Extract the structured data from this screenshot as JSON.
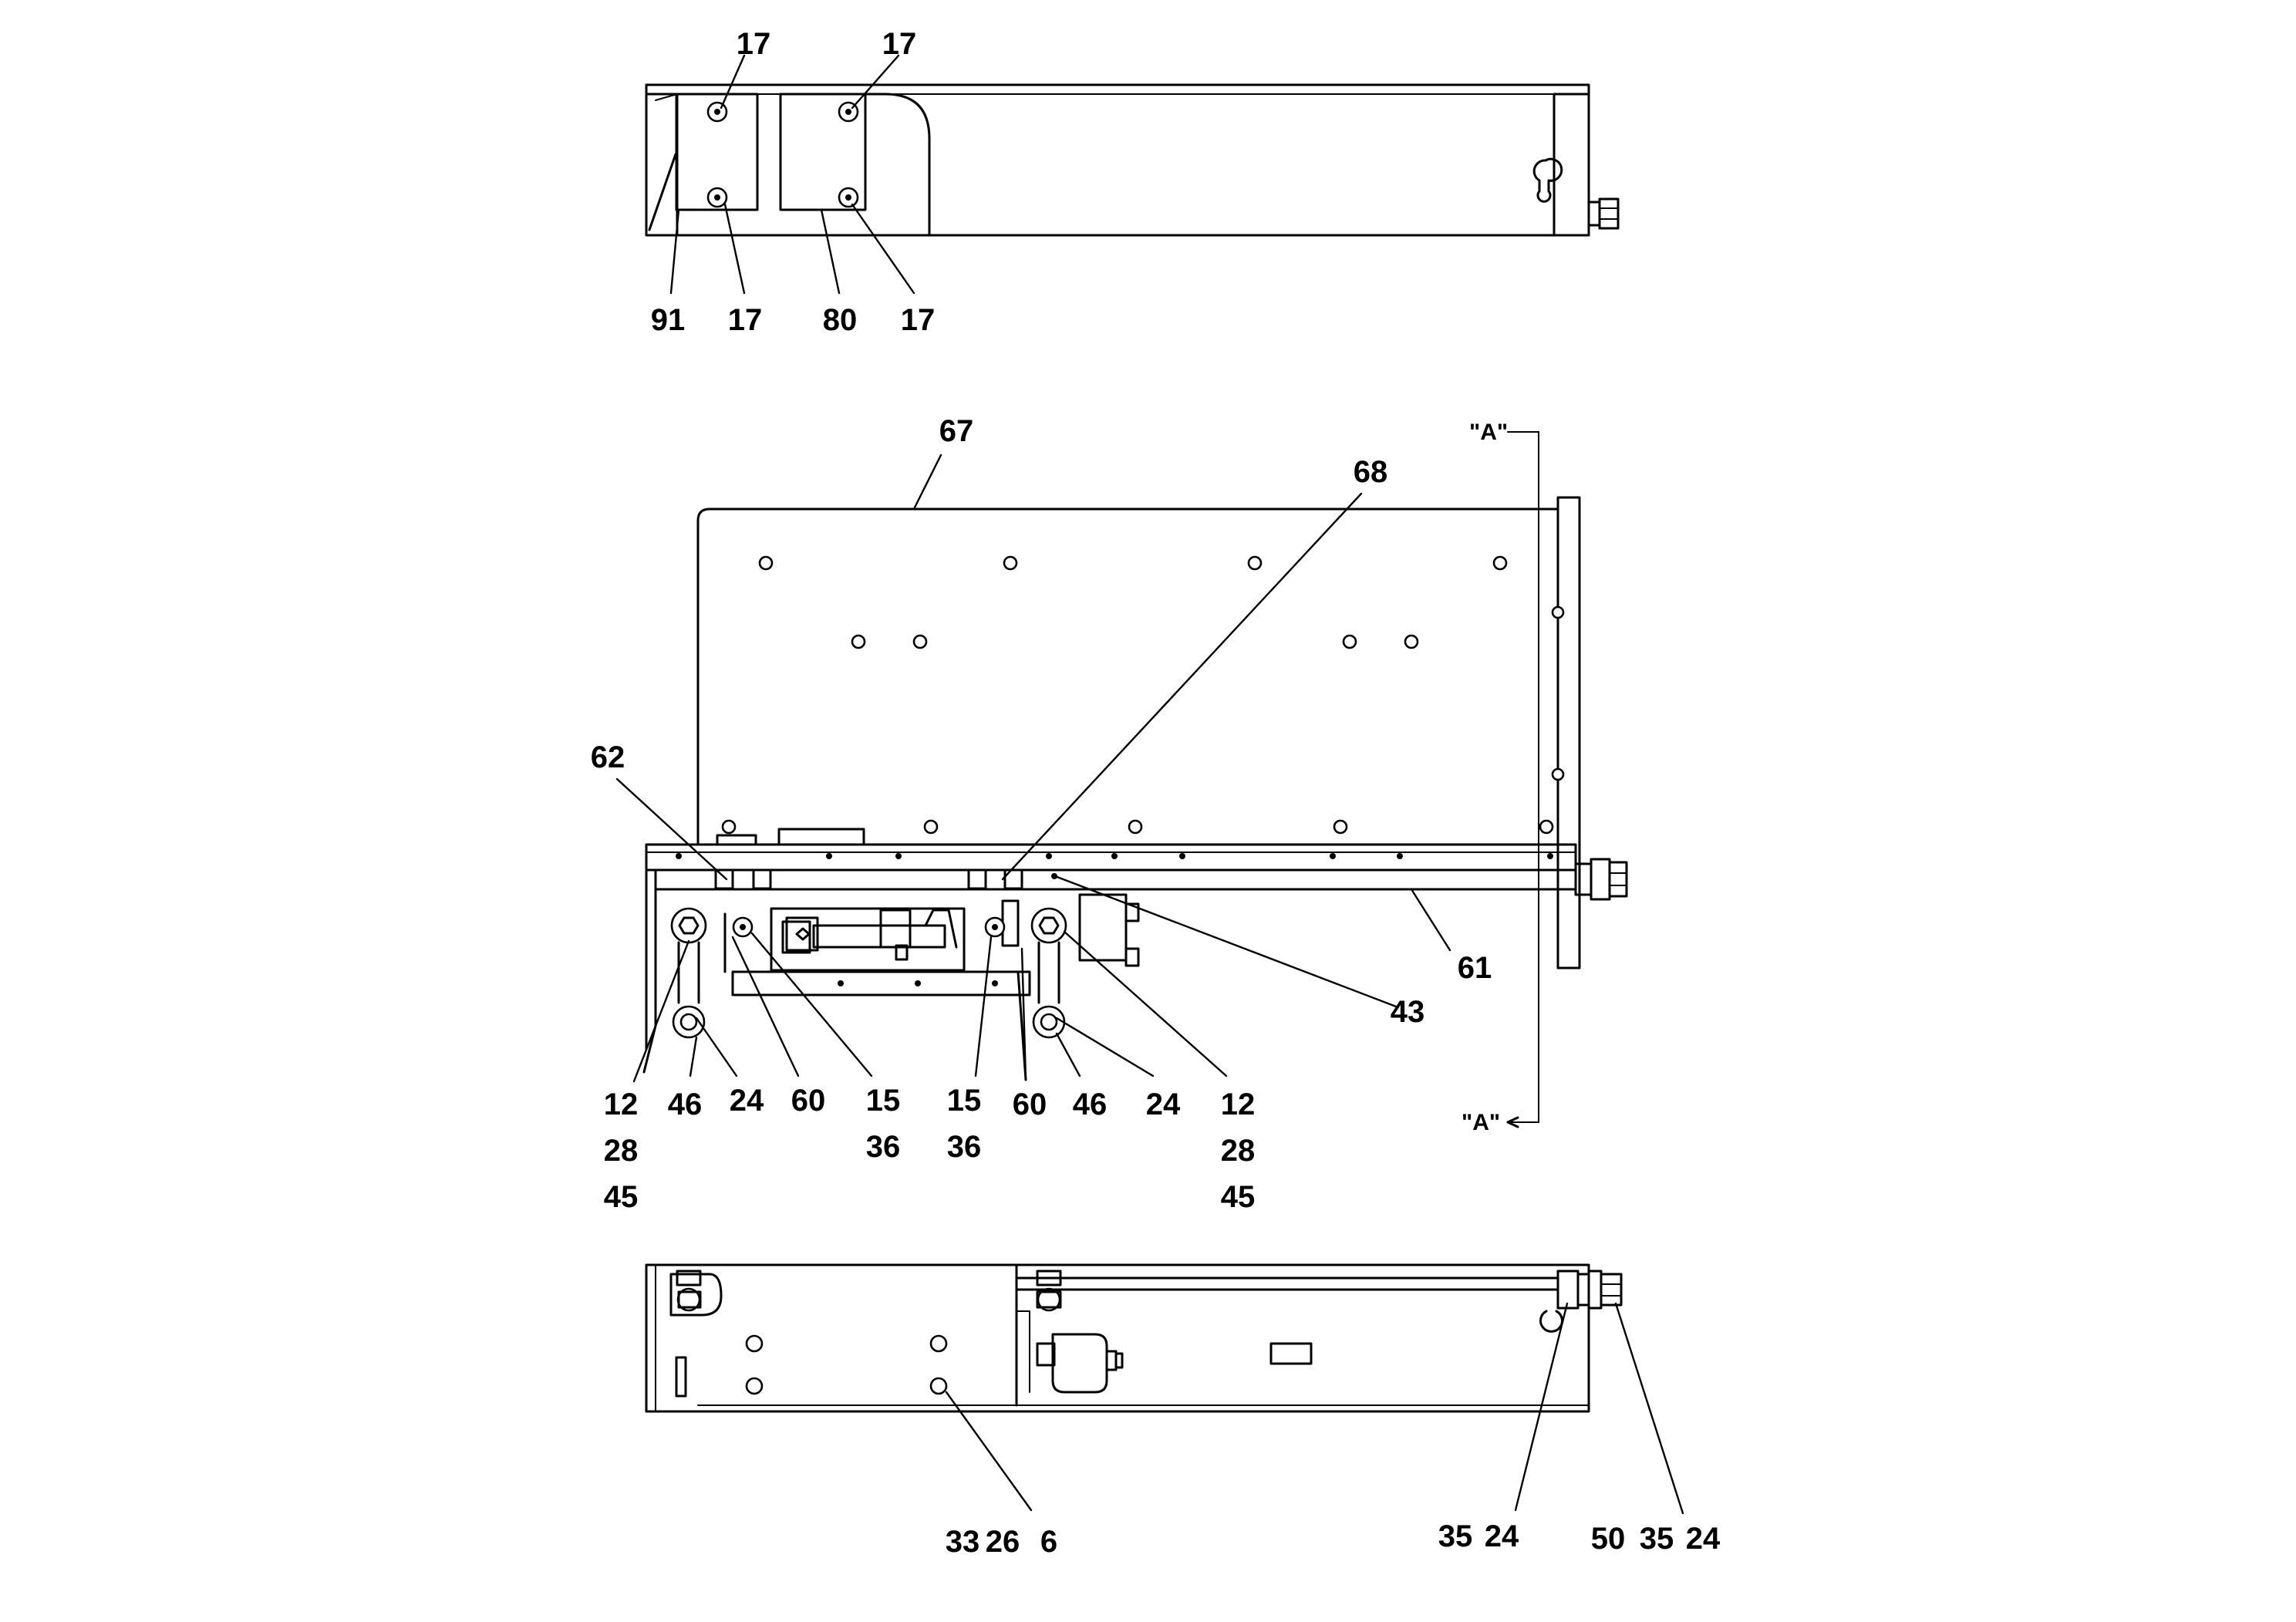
{
  "top_view": {
    "labels": [
      "17",
      "17",
      "91",
      "17",
      "80",
      "17"
    ]
  },
  "middle_view": {
    "labels": [
      "67",
      "68",
      "62",
      "61",
      "43",
      "12",
      "28",
      "45",
      "46",
      "24",
      "60",
      "15",
      "36",
      "15",
      "36",
      "60",
      "46",
      "24",
      "12",
      "28",
      "45"
    ],
    "section_marks": [
      "\"A\"",
      "\"A\""
    ]
  },
  "bottom_view": {
    "labels": [
      "33",
      "26",
      "6",
      "35",
      "24",
      "50",
      "35",
      "24"
    ]
  }
}
